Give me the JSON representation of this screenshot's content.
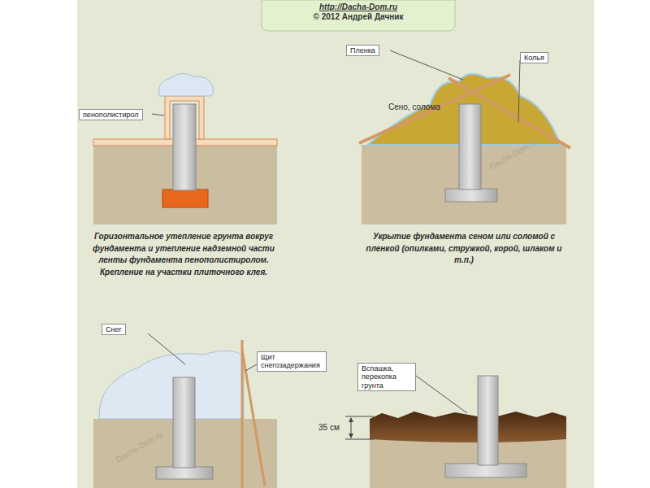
{
  "diagram": {
    "nodes": [
      {
        "text": [
          "http://Dacha-Dom.ru",
          "© 2012 Андрей Дачник"
        ]
      },
      {
        "text": [
          "пенополистирол"
        ]
      },
      {
        "text": [
          "Пленка"
        ]
      },
      {
        "text": [
          "Колья"
        ]
      },
      {
        "text": [
          "Снег"
        ]
      },
      {
        "text": [
          "Щит снегозадержания"
        ]
      },
      {
        "text": [
          "Вспашка, перекопка грунта"
        ]
      }
    ],
    "labels": [
      "Сено, солома",
      "Горизонтальное утепление грунта вокруг фундамента и утепление надземной части ленты фундамента пенополистиролом. Крепление на участки плиточного клея.",
      "Укрытие фундамента сеном или соломой с пленкой (опилками, стружкой, корой, шлаком и т.п.)",
      "35 см",
      "Dacha-Dom.ru",
      "Dacha-Dom.ru"
    ]
  }
}
